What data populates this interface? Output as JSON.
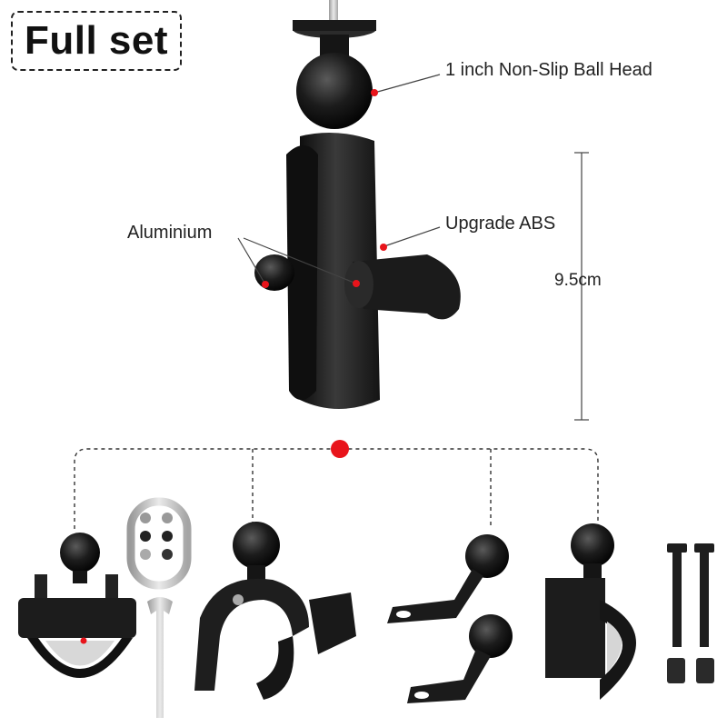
{
  "title": "Full set",
  "callouts": {
    "ball_head": "1 inch Non-Slip Ball Head",
    "aluminium": "Aluminium",
    "abs": "Upgrade ABS",
    "length": "9.5cm"
  },
  "colors": {
    "marker": "#e8141b",
    "part": "#1b1b1b",
    "metal": "#c7c7c7"
  }
}
